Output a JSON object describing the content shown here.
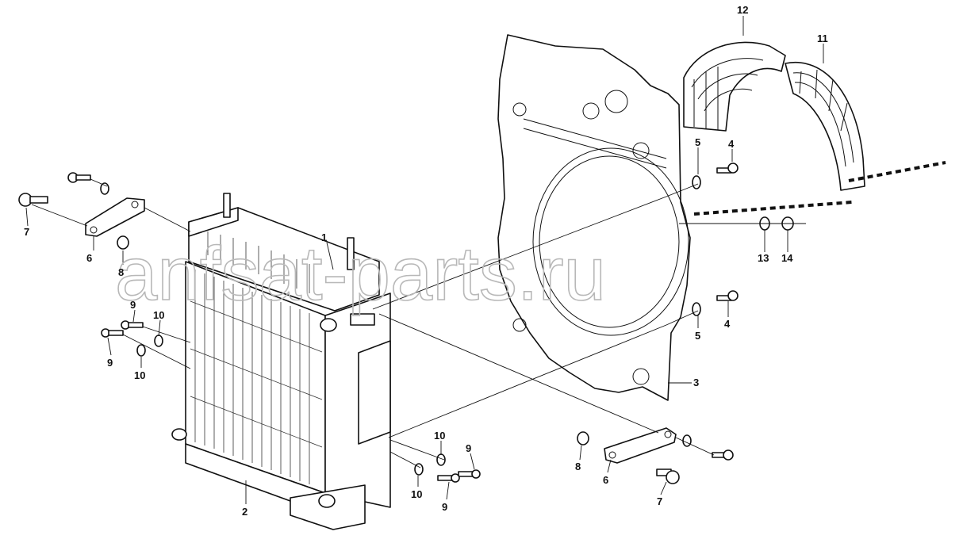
{
  "watermark": "anfsat-parts.ru",
  "callouts": {
    "c1": "1",
    "c2": "2",
    "c3": "3",
    "c4a": "4",
    "c4b": "4",
    "c5a": "5",
    "c5b": "5",
    "c6a": "6",
    "c6b": "6",
    "c7a": "7",
    "c7b": "7",
    "c8a": "8",
    "c8b": "8",
    "c9a": "9",
    "c9b": "9",
    "c9c": "9",
    "c9d": "9",
    "c10a": "10",
    "c10b": "10",
    "c10c": "10",
    "c10d": "10",
    "c11": "11",
    "c12": "12",
    "c13": "13",
    "c14": "14"
  }
}
